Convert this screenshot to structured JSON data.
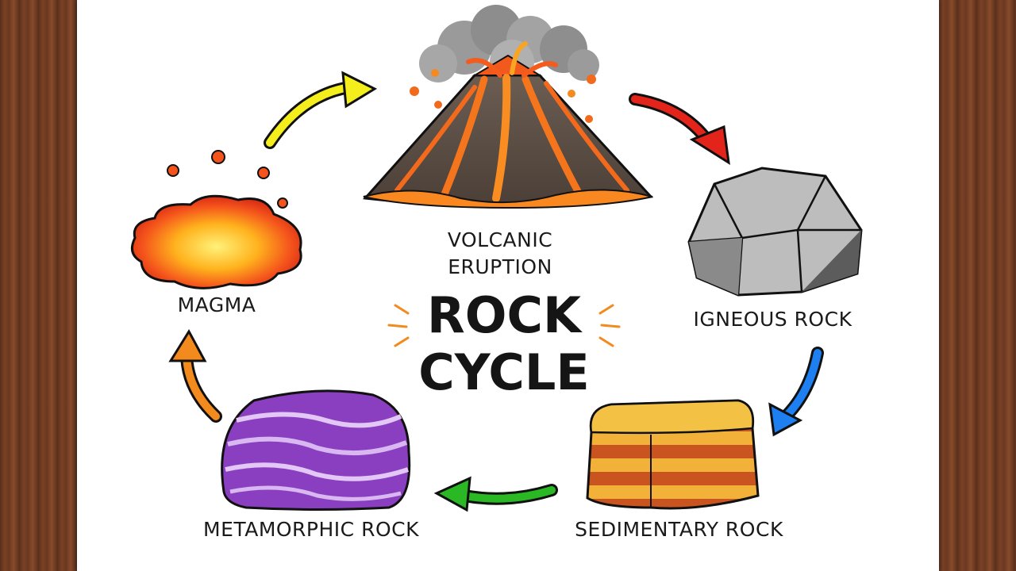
{
  "title": {
    "line1": "ROCK",
    "line2": "CYCLE"
  },
  "stages": {
    "volcanic_eruption": {
      "line1": "VOLCANIC",
      "line2": "ERUPTION"
    },
    "igneous_rock": "IGNEOUS ROCK",
    "sedimentary_rock": "SEDIMENTARY ROCK",
    "metamorphic_rock": "METAMORPHIC ROCK",
    "magma": "MAGMA"
  },
  "arrow_colors": {
    "magma_to_volcano": "#f4ee1c",
    "volcano_to_igneous": "#e3241b",
    "igneous_to_sedimentary": "#1e7ff0",
    "sedimentary_to_metamorphic": "#2ab824",
    "metamorphic_to_magma": "#f28a1d"
  }
}
